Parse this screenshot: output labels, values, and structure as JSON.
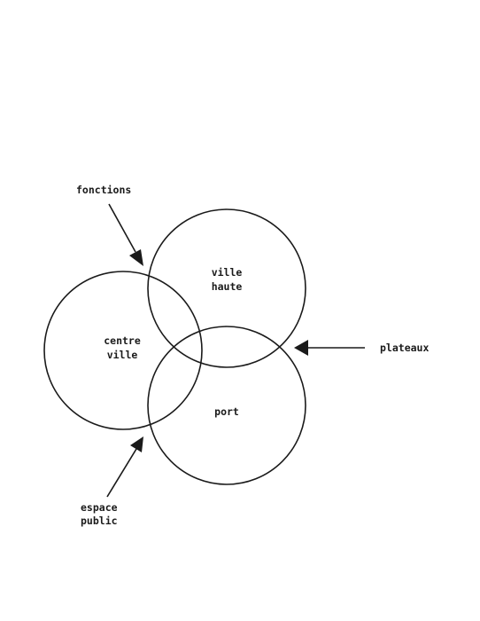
{
  "diagram": {
    "circles": {
      "ville_haute": {
        "line1": "ville",
        "line2": "haute"
      },
      "centre_ville": {
        "line1": "centre",
        "line2": "ville"
      },
      "port": {
        "line1": "port"
      }
    },
    "annotations": {
      "fonctions": "fonctions",
      "plateaux": "plateaux",
      "espace_public": {
        "line1": "espace",
        "line2": "public"
      }
    }
  }
}
